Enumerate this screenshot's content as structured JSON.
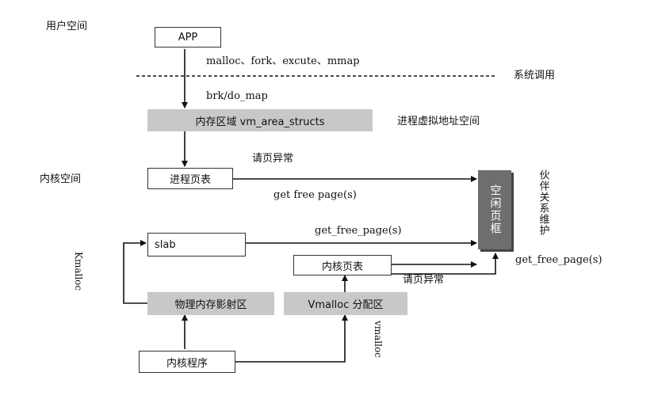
{
  "labels": {
    "user_space": "用户空间",
    "kernel_space": "内核空间",
    "syscall": "系统调用",
    "syscalls_list": "malloc、fork、excute、mmap",
    "brk": "brk/do_map",
    "proc_vaddr": "进程虚拟地址空间",
    "page_fault_1": "请页异常",
    "get_free_pages_1": "get free page(s)",
    "get_free_pages_2": "get_free_page(s)",
    "get_free_pages_3": "get_free_page(s)",
    "page_fault_2": "请页异常",
    "kmalloc": "Kmalloc",
    "vmalloc": "vmalloc",
    "buddy": "伙伴关系维护"
  },
  "boxes": {
    "app": "APP",
    "vm_area": "内存区域 vm_area_structs",
    "proc_page_table": "进程页表",
    "slab": "slab",
    "kernel_page_table": "内核页表",
    "phys_map": "物理内存影射区",
    "vmalloc_area": "Vmalloc 分配区",
    "kernel_program": "内核程序",
    "free_frame": "空闲页框"
  },
  "colors": {
    "gray_box": "#c8c8c8",
    "free_frame": "#6e6e6e",
    "line": "#111111"
  }
}
